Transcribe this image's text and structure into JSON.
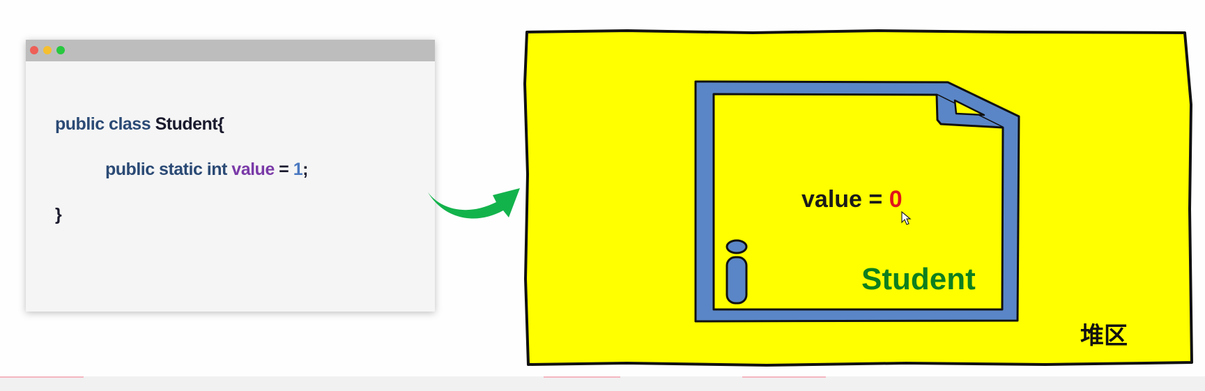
{
  "code": {
    "line1": {
      "kw": "public class ",
      "name": "Student{"
    },
    "line2": {
      "kw": "public static int ",
      "var": "value",
      "eq": " = ",
      "num": "1",
      "end": ";"
    },
    "line3": "}"
  },
  "heap": {
    "value_label": "value = ",
    "value_number": "0",
    "instance_letter": "i",
    "object_label": "Student",
    "area_label": "堆区"
  },
  "colors": {
    "heap_background": "#ffff00",
    "document_outline": "#5a86c7",
    "arrow": "#13b34c",
    "value_zero": "#e0141b",
    "student_label": "#0d7f1e"
  }
}
